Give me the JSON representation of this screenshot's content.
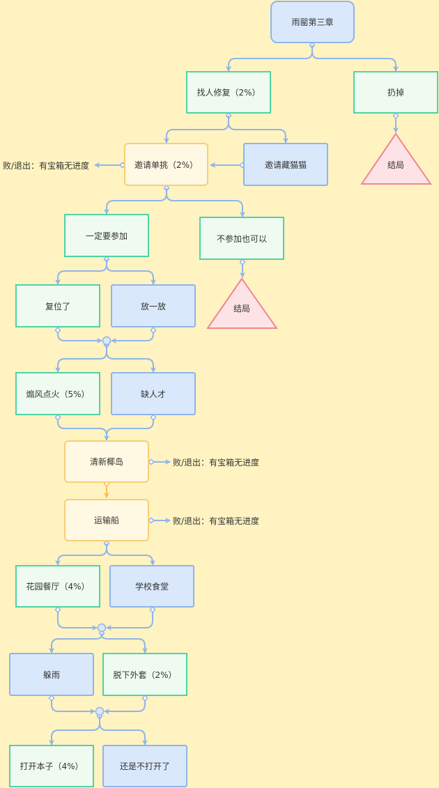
{
  "colors": {
    "background": "#fff3c2",
    "edge_blue": "#8fb5ea",
    "edge_yellow": "#f7c04a",
    "node_blue_fill": "#dae8fc",
    "node_green_border": "#4ed3a6",
    "node_yellow_fill": "#fff8e2",
    "end_fill": "#fde3e6",
    "end_border": "#f2868f"
  },
  "nodes": {
    "root": "雨罂第三章",
    "find_repair": "找人修复（2%）",
    "throw_away": "扔掉",
    "invite_duel": "邀请单挑（2%）",
    "invite_cat": "邀请藏猫猫",
    "must_join": "一定要参加",
    "no_join_ok": "不参加也可以",
    "reset": "复位了",
    "let_go": "放一放",
    "fan_flame": "煽风点火（5%）",
    "lack_talent": "缺人才",
    "coconut_island": "清新椰岛",
    "transport_ship": "运输船",
    "garden_restaurant": "花园餐厅（4%）",
    "school_canteen": "学校食堂",
    "hide_rain": "躲雨",
    "take_off_coat": "脱下外套（2%）",
    "open_book": "打开本子（4%）",
    "dont_open": "还是不打开了"
  },
  "endings": {
    "end_1": "结局",
    "end_2": "结局"
  },
  "side_notes": {
    "fail_exit_1": "败/退出：有宝箱无进度",
    "fail_exit_2": "败/退出：有宝箱无进度",
    "fail_exit_3": "败/退出：有宝箱无进度"
  }
}
